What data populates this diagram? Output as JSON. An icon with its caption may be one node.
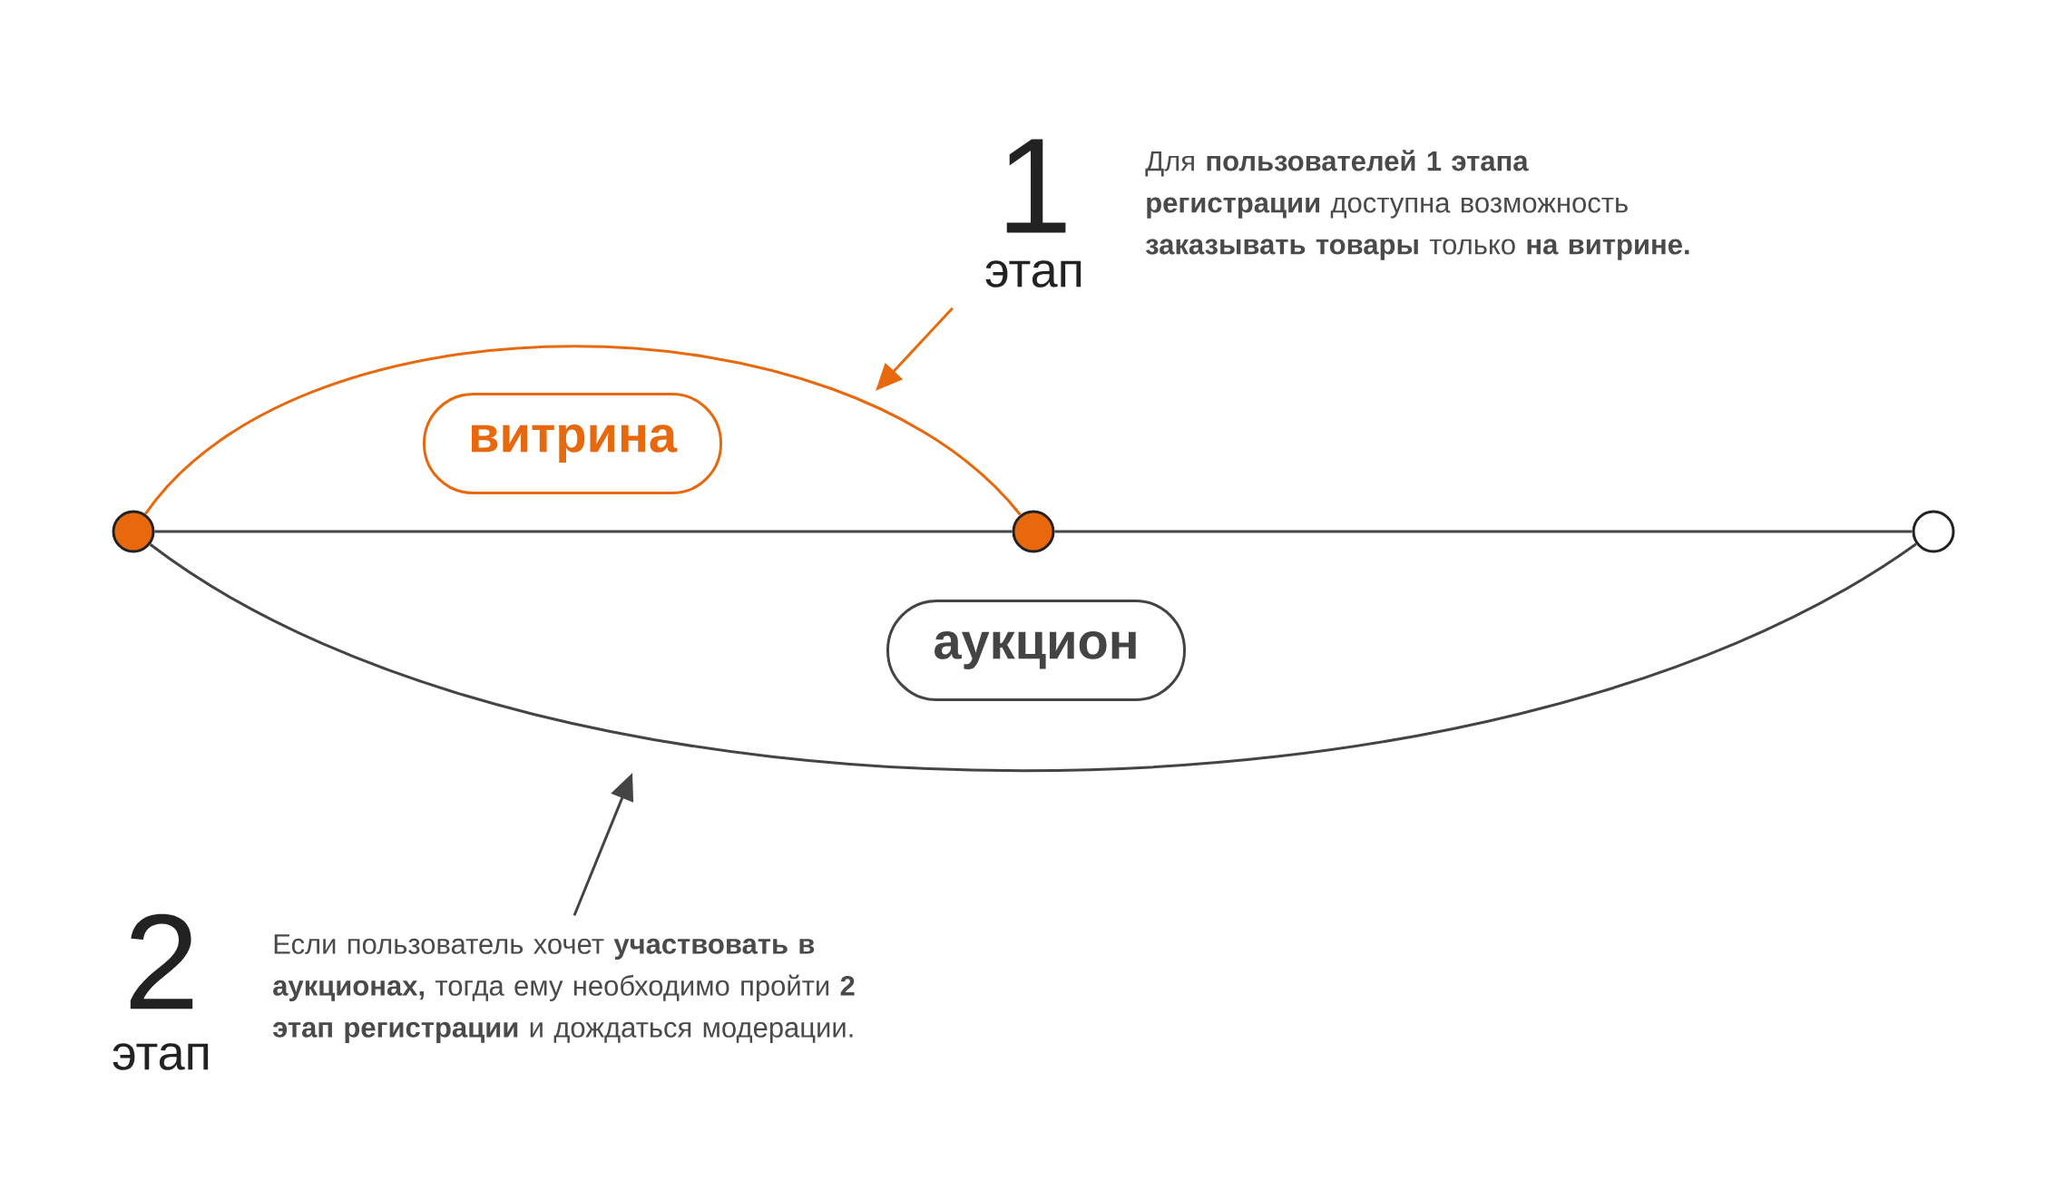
{
  "diagram": {
    "nodes": [
      {
        "text": [],
        "shape": "circle"
      },
      {
        "text": [],
        "shape": "circle"
      },
      {
        "text": [],
        "shape": "circle"
      },
      {
        "text": [
          "витрина"
        ]
      },
      {
        "text": [
          "аукцион"
        ]
      },
      {
        "text": [
          "1",
          "этап"
        ],
        "beside": [
          "Для **пользователей 1 этапа регистрации** доступна возможность **заказывать товары** только **на витрине.**"
        ]
      },
      {
        "text": [
          "2",
          "этап"
        ],
        "beside": [
          "Если пользователь хочет **участвовать в аукционах,** тогда ему необходимо пройти **2 этап регистрации** и дождаться модерации."
        ]
      }
    ],
    "edges": [
      {
        "from": 0,
        "to": 1,
        "arrow": "none"
      },
      {
        "from": 1,
        "to": 2,
        "arrow": "none"
      },
      {
        "from": 0,
        "to": 1,
        "arrow": "none",
        "color": "#e8690d"
      },
      {
        "from": 0,
        "to": 2,
        "arrow": "none"
      },
      {
        "from": 5,
        "to": null,
        "arrow": "to",
        "color": "#e8690d"
      },
      {
        "from": 6,
        "to": null,
        "arrow": "to"
      }
    ]
  }
}
